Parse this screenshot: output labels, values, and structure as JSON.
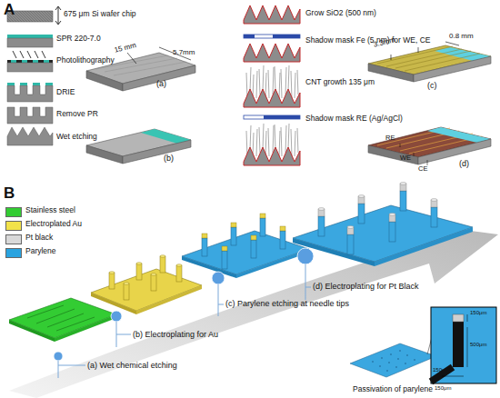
{
  "diagram": {
    "labels": [
      "A",
      "675 μm Si wafer chip",
      "SPR 220-7.0",
      "Photolithography",
      "DRIE",
      "Remove PR",
      "Wet etching",
      "15 mm",
      "5.7mm",
      "(a)",
      "(b)",
      "Grow SiO2 (500 nm)",
      "Shadow mask Fe (5 nm) for WE, CE",
      "CNT growth 135 μm",
      "Shadow mask RE (Ag/AgCl)",
      "3.3mm",
      "0.8 mm",
      "(c)",
      "RE",
      "WE",
      "CE",
      "(d)",
      "B",
      "(a) Wet chemical etching",
      "(b) Electroplating for Au",
      "(c) Parylene etching at needle tips",
      "(d) Electroplating for Pt Black",
      "Passivation of parylene",
      "150μm",
      "500μm",
      "150μm",
      "150μm"
    ],
    "legend": [
      {
        "text": "Stainless steel",
        "color": "#33cc33"
      },
      {
        "text": "Electroplated Au",
        "color": "#f2e24a"
      },
      {
        "text": "Pt black",
        "color": "#d9d9d9"
      },
      {
        "text": "Parylene",
        "color": "#29a3e0"
      }
    ]
  }
}
